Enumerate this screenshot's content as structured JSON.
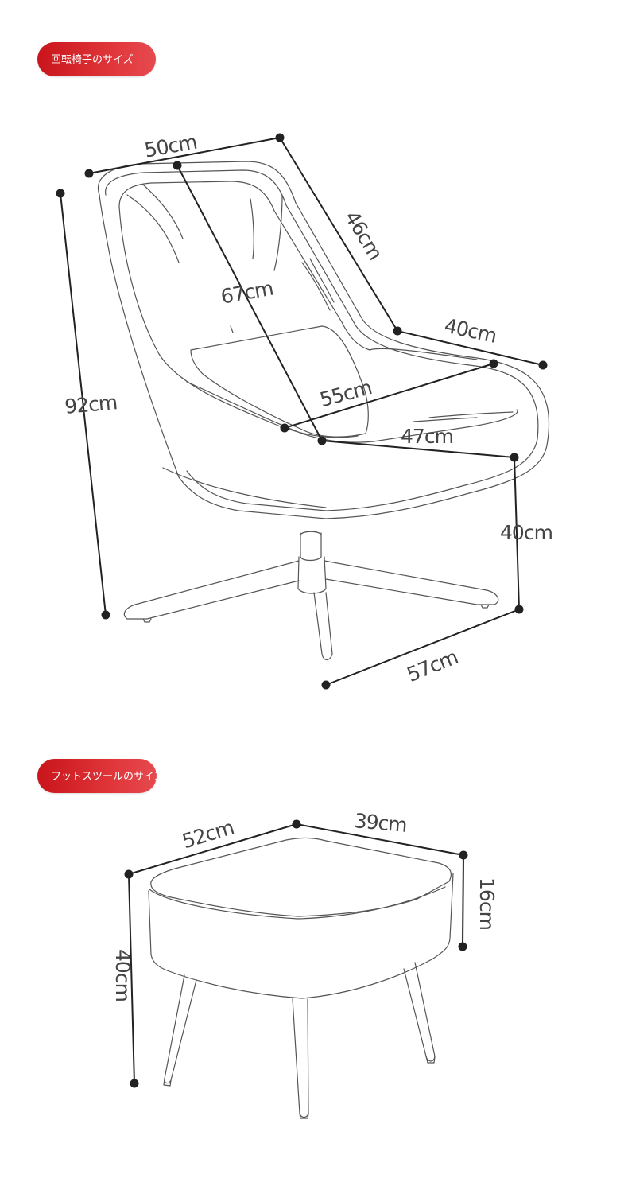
{
  "sections": {
    "chair": {
      "title": "回転椅子のサイズ",
      "dimensions": {
        "top_width": "50cm",
        "top_depth": "46cm",
        "seat_depth": "40cm",
        "back_height": "67cm",
        "total_height": "92cm",
        "seat_width": "55cm",
        "seat_depth_inner": "47cm",
        "seat_height": "40cm",
        "base_width": "57cm"
      }
    },
    "stool": {
      "title": "フットスツールのサイズ",
      "dimensions": {
        "width": "52cm",
        "depth": "39cm",
        "cushion_height": "16cm",
        "total_height": "40cm"
      }
    }
  },
  "colors": {
    "badge": "#d8252a",
    "lines": "#222222",
    "sketch": "#555555"
  }
}
